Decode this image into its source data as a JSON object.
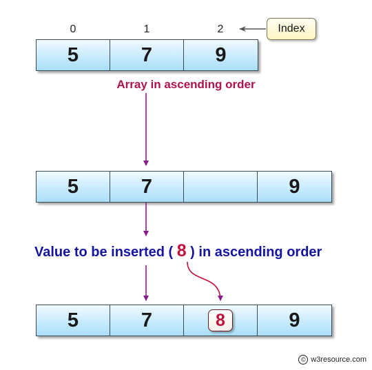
{
  "index_labels": [
    "0",
    "1",
    "2"
  ],
  "index_tag": "Index",
  "array1": [
    "5",
    "7",
    "9"
  ],
  "caption1": "Array in ascending order",
  "array2": [
    "5",
    "7",
    "",
    "9"
  ],
  "caption2": {
    "prefix": "Value to be inserted ( ",
    "value": "8",
    "suffix": " ) in ascending order"
  },
  "array3": [
    "5",
    "7",
    "8",
    "9"
  ],
  "credit": "w3resource.com",
  "colors": {
    "arrow": "#8b1a8b",
    "caption1": "#b0124c",
    "caption2": "#1414a0",
    "highlight": "#c0123c",
    "cell_fill": "#bfe7fb"
  }
}
